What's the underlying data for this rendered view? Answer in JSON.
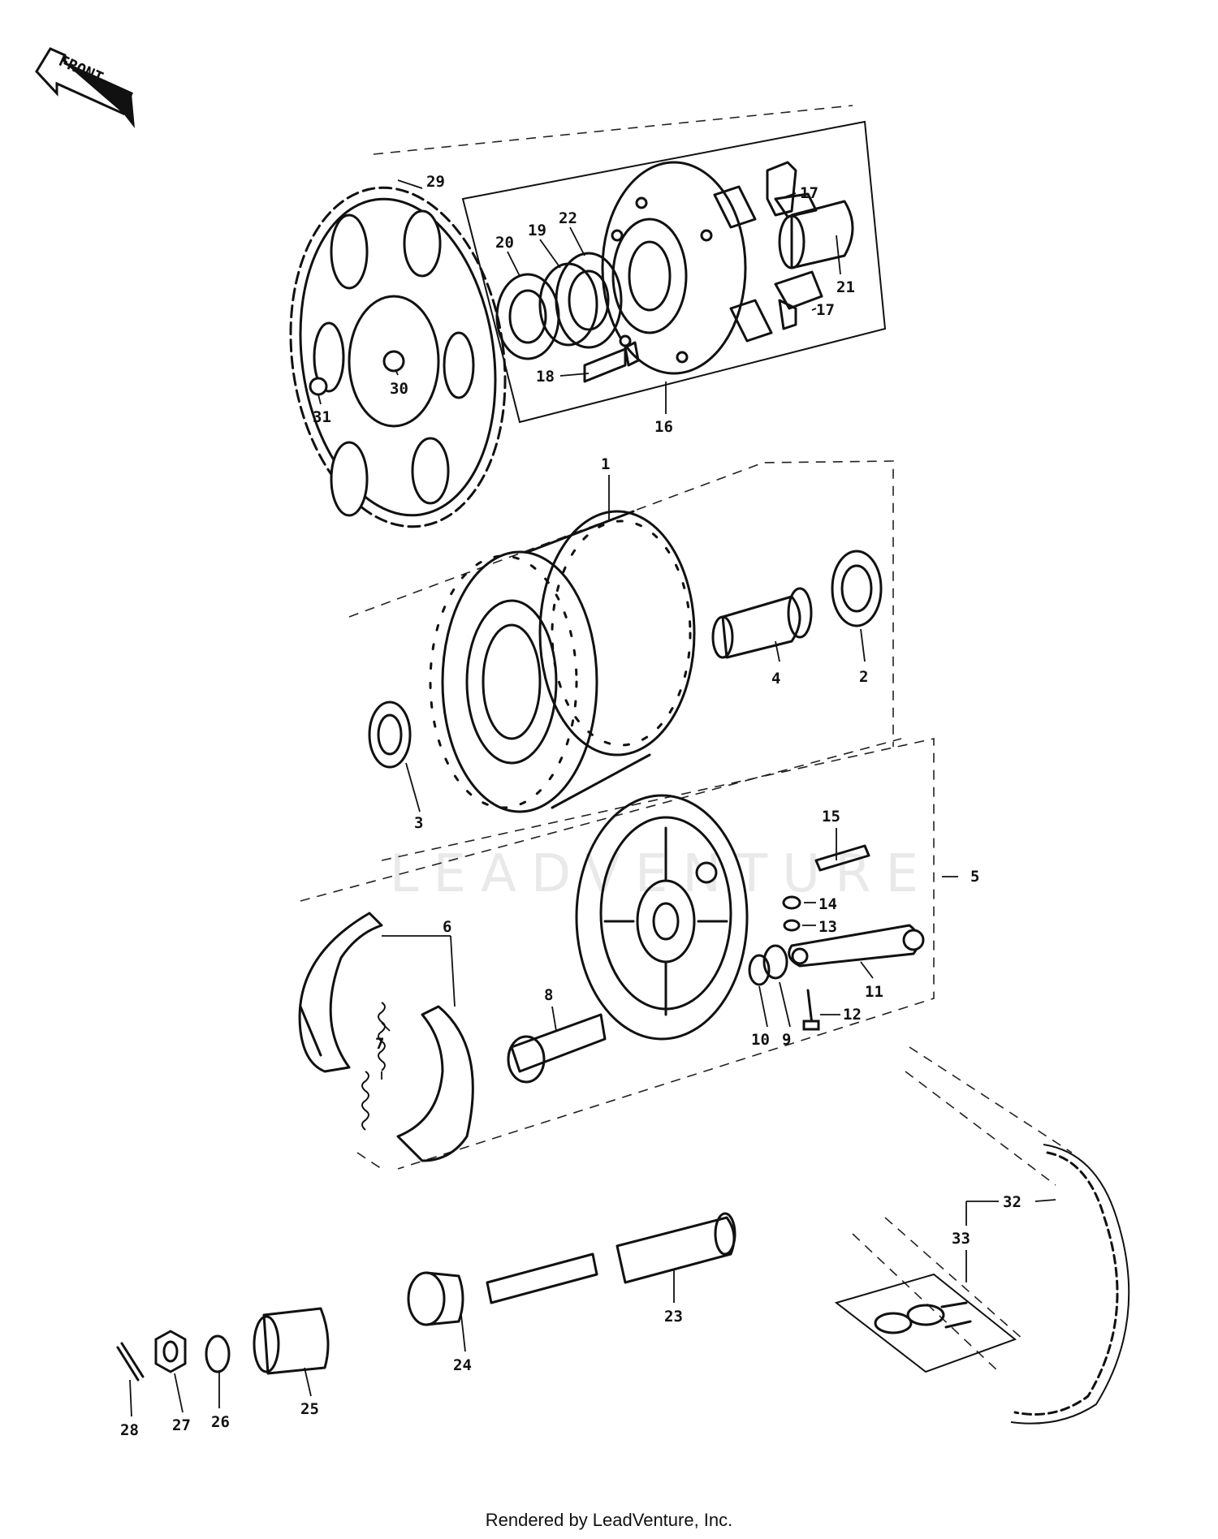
{
  "front_arrow": {
    "label": "FRONT"
  },
  "watermark": {
    "text": "LEADVENTURE"
  },
  "footer": {
    "text": "Rendered by LeadVenture, Inc."
  },
  "parts": {
    "p1": "1",
    "p2": "2",
    "p3": "3",
    "p4": "4",
    "p5": "5",
    "p6": "6",
    "p7": "7",
    "p8": "8",
    "p9": "9",
    "p10": "10",
    "p11": "11",
    "p12": "12",
    "p13": "13",
    "p14": "14",
    "p15": "15",
    "p16": "16",
    "p17a": "17",
    "p17b": "17",
    "p18": "18",
    "p19": "19",
    "p20": "20",
    "p21": "21",
    "p22": "22",
    "p23": "23",
    "p24": "24",
    "p25": "25",
    "p26": "26",
    "p27": "27",
    "p28": "28",
    "p29": "29",
    "p30": "30",
    "p31": "31",
    "p32": "32",
    "p33": "33"
  }
}
